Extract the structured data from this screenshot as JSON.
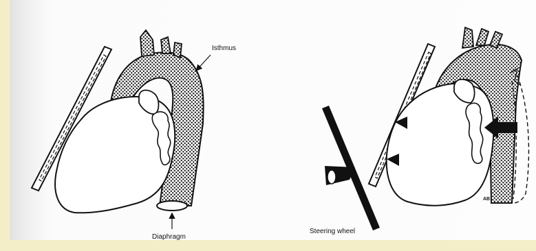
{
  "labels": {
    "isthmus": "Isthmus",
    "diaphragm": "Diaphragm",
    "steering_wheel": "Steering wheel",
    "initials": "AB"
  },
  "colors": {
    "background": "#f4eec8",
    "paper": "#fdfdfd",
    "ink": "#111111"
  }
}
